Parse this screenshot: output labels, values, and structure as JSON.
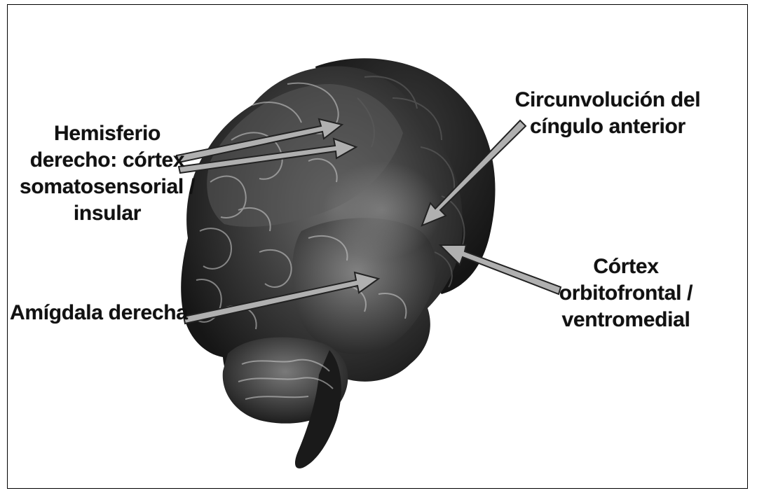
{
  "labels": {
    "hemisferio_derecho": {
      "lines": [
        "Hemisferio",
        "derecho: córtex",
        "somatosensorial /",
        "insular"
      ]
    },
    "amigdala_derecha": {
      "lines": [
        "Amígdala derecha"
      ]
    },
    "circunvolucion_cingulo": {
      "lines": [
        "Circunvolución del",
        "cíngulo anterior"
      ]
    },
    "cortex_orbitofrontal": {
      "lines": [
        "Córtex",
        "orbitofrontal /",
        "ventromedial"
      ]
    }
  },
  "colors": {
    "brain_dark": "#1c1c1c",
    "brain_mid": "#4a4a4a",
    "brain_light": "#bdbdbd",
    "arrow_fill": "#b0b0b0",
    "arrow_stroke": "#222222",
    "text": "#111111"
  },
  "icons": {
    "arrow": "arrow-icon",
    "brain": "brain-illustration"
  }
}
